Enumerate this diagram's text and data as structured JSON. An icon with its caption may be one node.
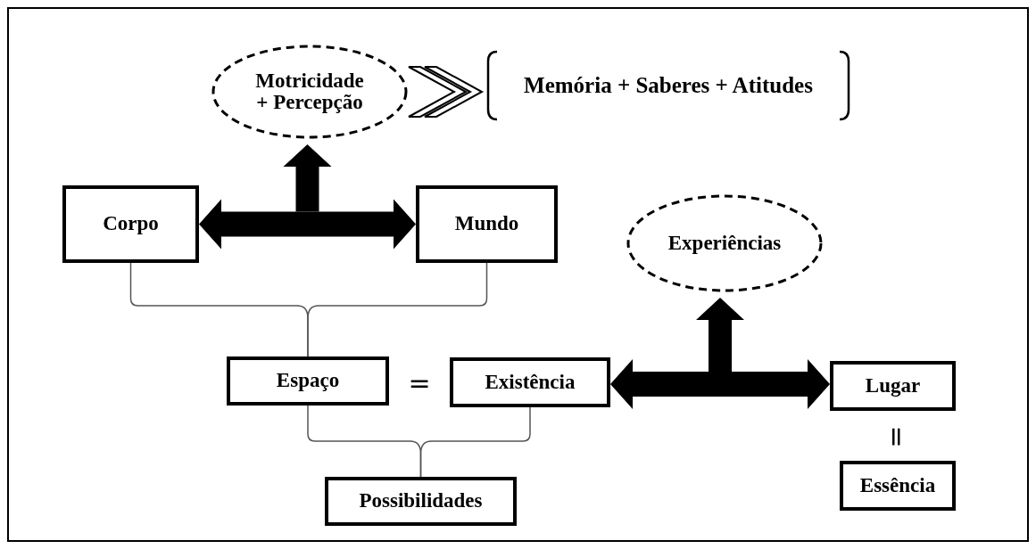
{
  "diagram": {
    "nodes": [
      {
        "text": [
          "Motricidade + Percepção"
        ]
      },
      {
        "text": [
          "Memória + Saberes + Atitudes"
        ]
      },
      {
        "text": [
          "Corpo"
        ]
      },
      {
        "text": [
          "Mundo"
        ]
      },
      {
        "text": [
          "Experiências"
        ]
      },
      {
        "text": [
          "Espaço"
        ]
      },
      {
        "text": [
          "Existência"
        ]
      },
      {
        "text": [
          "Lugar"
        ]
      },
      {
        "text": [
          "Possibilidades"
        ]
      },
      {
        "text": [
          "Essência"
        ]
      }
    ],
    "edges": [
      {
        "from": 2,
        "to": 3,
        "arrow": "both",
        "style": "thick"
      },
      {
        "from": null,
        "to": 0,
        "arrow": "to",
        "style": "thick"
      },
      {
        "from": 0,
        "to": 1,
        "arrow": "to"
      },
      {
        "from": 2,
        "to": 5,
        "arrow": "none"
      },
      {
        "from": 3,
        "to": 5,
        "arrow": "none"
      },
      {
        "from": 6,
        "to": 7,
        "arrow": "both",
        "style": "thick"
      },
      {
        "from": null,
        "to": 4,
        "arrow": "to",
        "style": "thick"
      },
      {
        "from": 5,
        "to": 8,
        "arrow": "none"
      },
      {
        "from": 6,
        "to": 8,
        "arrow": "none"
      }
    ],
    "labels": [
      "=",
      "="
    ]
  }
}
